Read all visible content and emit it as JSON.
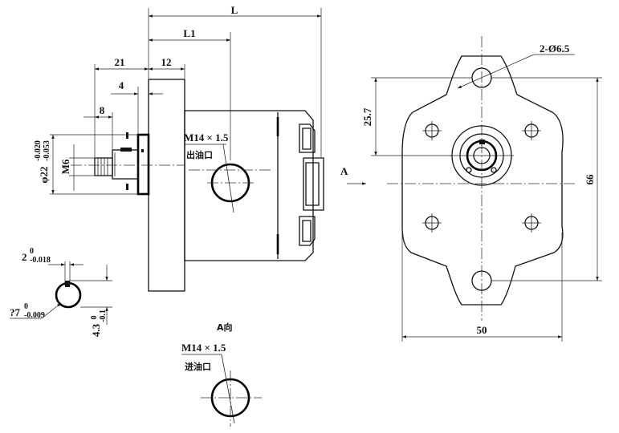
{
  "dimensions": {
    "L": "L",
    "L1": "L1",
    "d21": "21",
    "d12": "12",
    "d4": "4",
    "d8": "8",
    "d25_7": "25.7",
    "d66": "66",
    "d50": "50",
    "holes": "2-Ø6.5",
    "m6": "M6",
    "shaft_dia": "φ22",
    "shaft_tol_upper": "-0.020",
    "shaft_tol_lower": "-0.053"
  },
  "key_section": {
    "key_width": "2",
    "key_width_tol_upper": "0",
    "key_width_tol_lower": "-0.018",
    "shaft_dia": "?7",
    "shaft_dia_tol_upper": "0",
    "shaft_dia_tol_lower": "-0.009",
    "depth": "4.3",
    "depth_tol_upper": "0",
    "depth_tol_lower": "-0.1"
  },
  "outlet": {
    "thread": "M14 × 1.5",
    "label": "出油口"
  },
  "view_a": {
    "arrow_label": "A",
    "title": "A向",
    "thread": "M14 × 1.5",
    "label": "进油口"
  }
}
